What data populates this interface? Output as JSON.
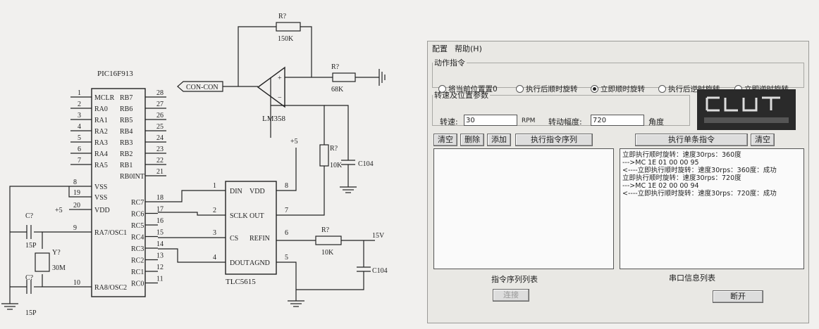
{
  "schematic": {
    "mcu": {
      "title": "PIC16F913",
      "left_pin_nums": [
        "1",
        "2",
        "3",
        "4",
        "5",
        "6",
        "7"
      ],
      "left_pin_names": [
        "MCLR",
        "RA0",
        "RA1",
        "RA2",
        "RA3",
        "RA4",
        "RA5"
      ],
      "right_pin_nums": [
        "28",
        "27",
        "26",
        "25",
        "24",
        "23",
        "22",
        "21"
      ],
      "right_pin_names": [
        "RB7",
        "RB6",
        "RB5",
        "RB4",
        "RB3",
        "RB2",
        "RB1",
        "RB0INT"
      ],
      "lower_left_nums": [
        "8",
        "19",
        "20",
        "9",
        "10"
      ],
      "lower_left_names": [
        "VSS",
        "VSS",
        "VDD",
        "RA7/OSC1",
        "RA8/OSC2"
      ],
      "lower_right_nums": [
        "18",
        "17",
        "16",
        "15",
        "14",
        "13",
        "12",
        "11"
      ],
      "lower_right_names": [
        "RC7",
        "RC6",
        "RC5",
        "RC4",
        "RC3",
        "RC2",
        "RC1",
        "RC0"
      ]
    },
    "dac": {
      "title": "TLC5615",
      "left_nums": [
        "1",
        "2",
        "3",
        "4"
      ],
      "left_names": [
        "DIN",
        "SCLK",
        "CS",
        "DOUT"
      ],
      "right_nums": [
        "8",
        "7",
        "6",
        "5"
      ],
      "right_names": [
        "VDD",
        "OUT",
        "REFIN",
        "AGND"
      ]
    },
    "opamp": {
      "name": "LM358",
      "input_label": "CON-CON"
    },
    "resistors": {
      "r_fb": "R?",
      "r_fb_val": "150K",
      "r_out": "R?",
      "r_out_val": "68K",
      "r_mid": "R?",
      "r_mid_val": "10K",
      "r_ref": "R?",
      "r_ref_val": "10K"
    },
    "caps": {
      "c_mid": "C104",
      "c_ref": "C104",
      "c7a": "C?",
      "c7a_val": "15P",
      "c7b": "C?",
      "c7b_val": "15P"
    },
    "crystal": {
      "name": "Y?",
      "value": "30M"
    },
    "supplies": {
      "plus5_a": "+5",
      "plus5_b": "+5",
      "v15": "15V"
    }
  },
  "ui": {
    "menu": [
      "配置",
      "帮助(H)"
    ],
    "action_group_title": "动作指令",
    "radios": [
      {
        "label": "将当前位置置0",
        "selected": false
      },
      {
        "label": "执行后顺时旋转",
        "selected": false
      },
      {
        "label": "立即顺时旋转",
        "selected": true
      },
      {
        "label": "执行后逆时旋转",
        "selected": false
      },
      {
        "label": "立即逆时旋转",
        "selected": false
      }
    ],
    "params_group_title": "转速及位置参数",
    "speed_label": "转速:",
    "speed_value": "30",
    "speed_unit": "RPM",
    "angle_label": "转动幅度:",
    "angle_value": "720",
    "angle_unit": "角度",
    "buttons": {
      "clear_left": "清空",
      "delete": "删除",
      "add": "添加",
      "run_sequence": "执行指令序列",
      "run_single": "执行单条指令",
      "clear_right": "清空",
      "connect": "连接",
      "disconnect": "断开"
    },
    "left_list_label": "指令序列列表",
    "right_list_label": "串口信息列表",
    "log": [
      "立即执行顺时旋转：速度30rps：360度",
      "--->MC 1E 01 00 00 95",
      "<----立即执行顺时旋转：速度30rps：360度：成功",
      "立即执行顺时旋转：速度30rps：720度",
      "--->MC 1E 02 00 00 94",
      "<----立即执行顺时旋转：速度30rps：720度：成功"
    ]
  }
}
